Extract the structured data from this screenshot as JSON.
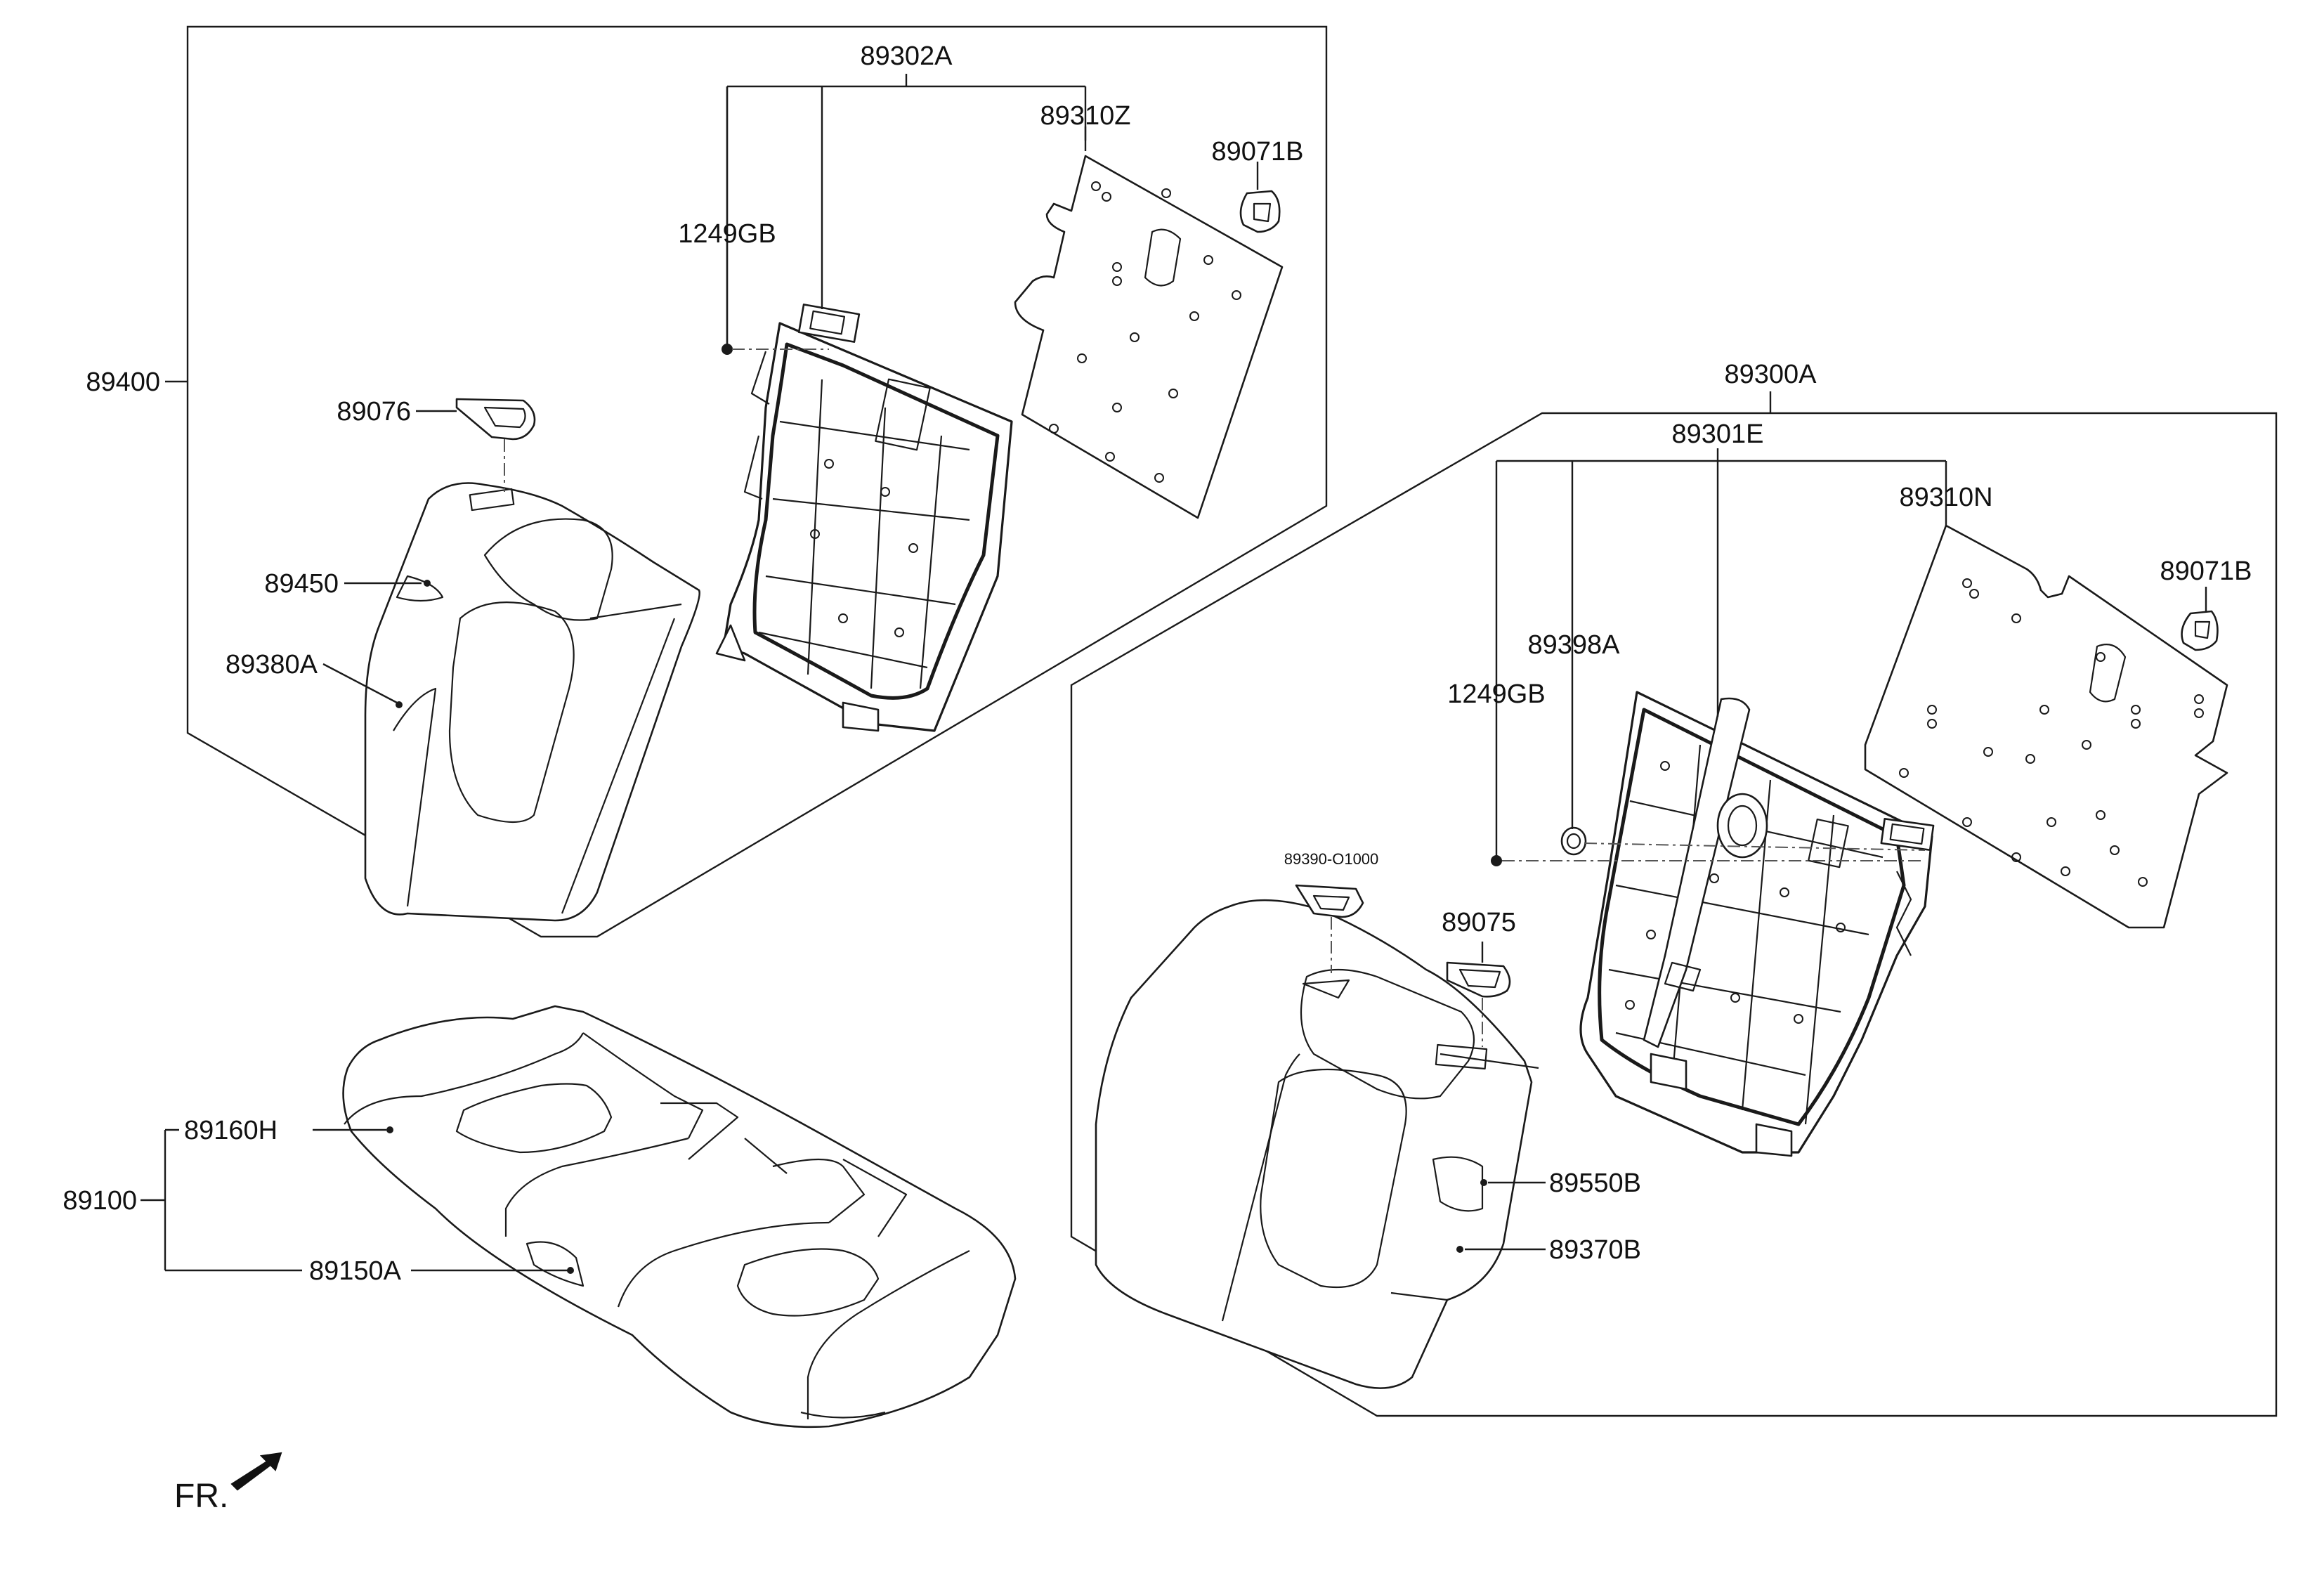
{
  "labels": {
    "l89302A": "89302A",
    "l89310Z": "89310Z",
    "l89071B_top": "89071B",
    "l1249GB_top": "1249GB",
    "l89400": "89400",
    "l89076": "89076",
    "l89450": "89450",
    "l89380A": "89380A",
    "l89300A": "89300A",
    "l89301E": "89301E",
    "l89310N": "89310N",
    "l89071B_right": "89071B",
    "l89398A": "89398A",
    "l1249GB_right": "1249GB",
    "l89390": "89390-O1000",
    "l89075": "89075",
    "l89550B": "89550B",
    "l89370B": "89370B",
    "l89160H": "89160H",
    "l89100": "89100",
    "l89150A": "89150A",
    "fr": "FR."
  }
}
